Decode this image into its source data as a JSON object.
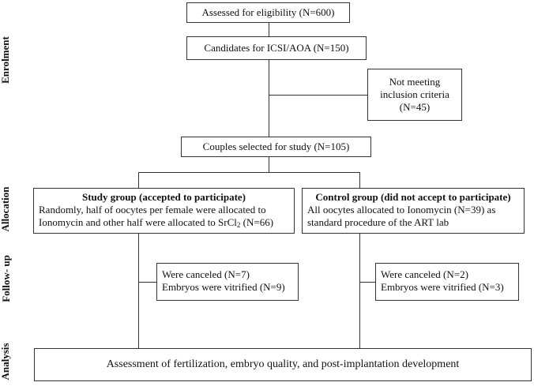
{
  "phases": {
    "enrolment": "Enrolment",
    "allocation": "Allocation",
    "follow_up": "Follow- up",
    "analysis": "Analysis"
  },
  "boxes": {
    "assessed": "Assessed for eligibility (N=600)",
    "candidates": "Candidates for ICSI/AOA (N=150)",
    "excluded": [
      "Not meeting",
      "inclusion criteria",
      "(N=45)"
    ],
    "selected": "Couples selected for study (N=105)",
    "study_group": {
      "title": "Study group (accepted to participate)",
      "line1": "Randomly, half of oocytes per female were allocated to",
      "line2_pre": "Ionomycin and other half were allocated to SrCl",
      "line2_sub": "2",
      "line2_post": " (N=66)"
    },
    "control_group": {
      "title": "Control group (did not accept to participate)",
      "line1": "All oocytes allocated to Ionomycin (N=39) as",
      "line2": "standard procedure of the ART lab"
    },
    "study_follow": {
      "canceled": "Were canceled (N=7)",
      "vitrified": "Embryos were vitrified (N=9)"
    },
    "control_follow": {
      "canceled": "Were canceled (N=2)",
      "vitrified": "Embryos were vitrified (N=3)"
    },
    "analysis": "Assessment of fertilization, embryo quality, and post-implantation development"
  }
}
